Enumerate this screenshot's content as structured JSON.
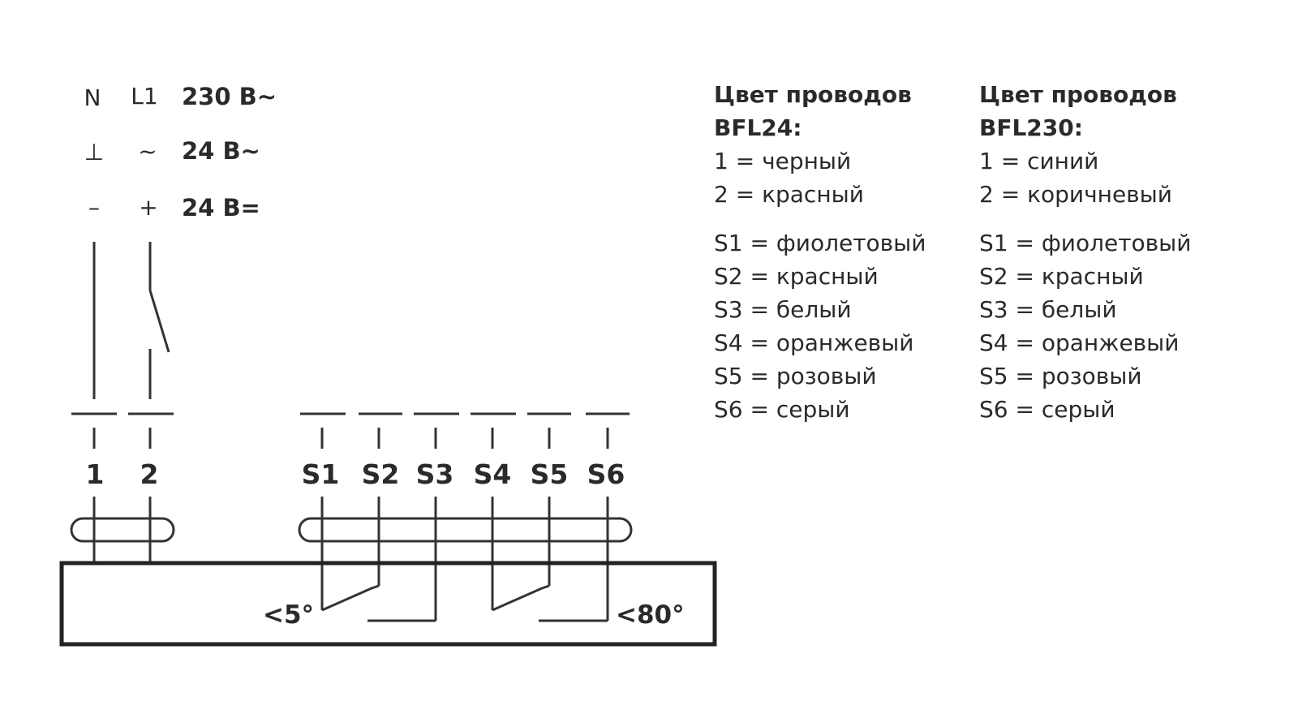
{
  "supply": {
    "rows": [
      {
        "left": "N",
        "right": "L1",
        "label": "230 В~"
      },
      {
        "left": "⊥",
        "right": "~",
        "label": "24 В~"
      },
      {
        "left": "–",
        "right": "+",
        "label": "24 В="
      }
    ]
  },
  "terminals": {
    "power": [
      "1",
      "2"
    ],
    "switches": [
      "S1",
      "S2",
      "S3",
      "S4",
      "S5",
      "S6"
    ]
  },
  "angles": {
    "low": "<5°",
    "high": "<80°"
  },
  "legend": [
    {
      "title1": "Цвет проводов",
      "title2": "BFL24:",
      "wires": [
        "1 = черный",
        "2 = красный"
      ],
      "switch_wires": [
        "S1 = фиолетовый",
        "S2 = красный",
        "S3 = белый",
        "S4 = оранжевый",
        "S5 = розовый",
        "S6 = серый"
      ]
    },
    {
      "title1": "Цвет проводов",
      "title2": "BFL230:",
      "wires": [
        "1 = синий",
        "2 = коричневый"
      ],
      "switch_wires": [
        "S1 = фиолетовый",
        "S2 = красный",
        "S3 = белый",
        "S4 = оранжевый",
        "S5 = розовый",
        "S6 = серый"
      ]
    }
  ]
}
